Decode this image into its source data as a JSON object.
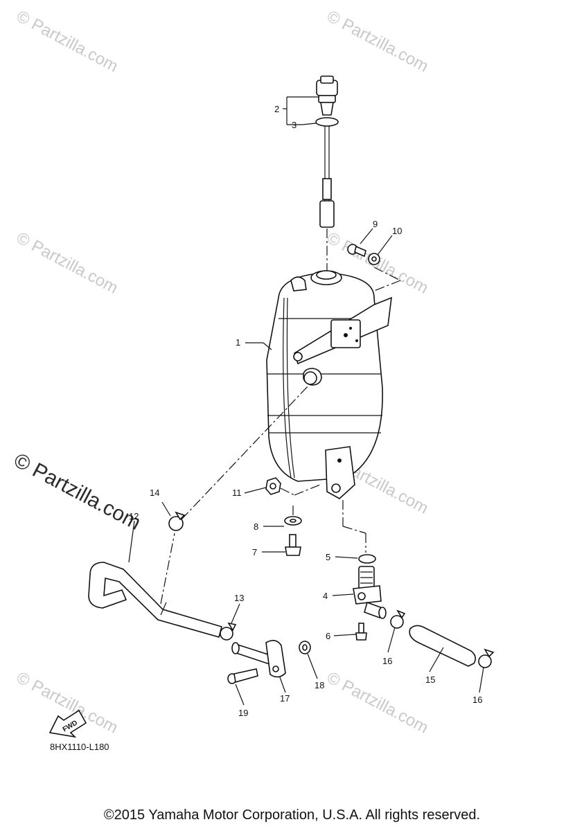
{
  "watermark": {
    "text": "© Partzilla.com",
    "text_prominent": "© Partzilla.com"
  },
  "part_labels": [
    "1",
    "2",
    "3",
    "4",
    "5",
    "6",
    "7",
    "8",
    "9",
    "10",
    "11",
    "12",
    "13",
    "14",
    "15",
    "16",
    "16",
    "17",
    "18",
    "19"
  ],
  "fwd_label": "FWD",
  "diagram_code": "8HX1110-L180",
  "copyright": "©2015 Yamaha Motor Corporation, U.S.A. All rights reserved."
}
